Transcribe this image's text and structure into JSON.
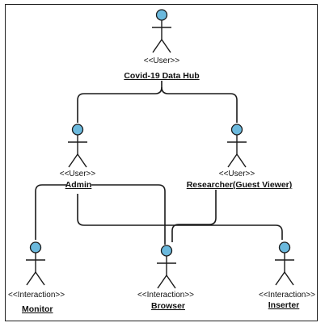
{
  "actors": [
    {
      "id": "hub",
      "stereotype": "<<User>>",
      "name": "Covid-19 Data Hub"
    },
    {
      "id": "admin",
      "stereotype": "<<User>>",
      "name": "Admin"
    },
    {
      "id": "researcher",
      "stereotype": "<<User>>",
      "name": "Researcher(Guest Viewer)"
    },
    {
      "id": "monitor",
      "stereotype": "<<Interaction>>",
      "name": "Monitor"
    },
    {
      "id": "browser",
      "stereotype": "<<Interaction>>",
      "name": "Browser"
    },
    {
      "id": "inserter",
      "stereotype": "<<Interaction>>",
      "name": "Inserter"
    }
  ],
  "colors": {
    "actor_head": "#6bb9dd",
    "line": "#1a1a1a"
  }
}
